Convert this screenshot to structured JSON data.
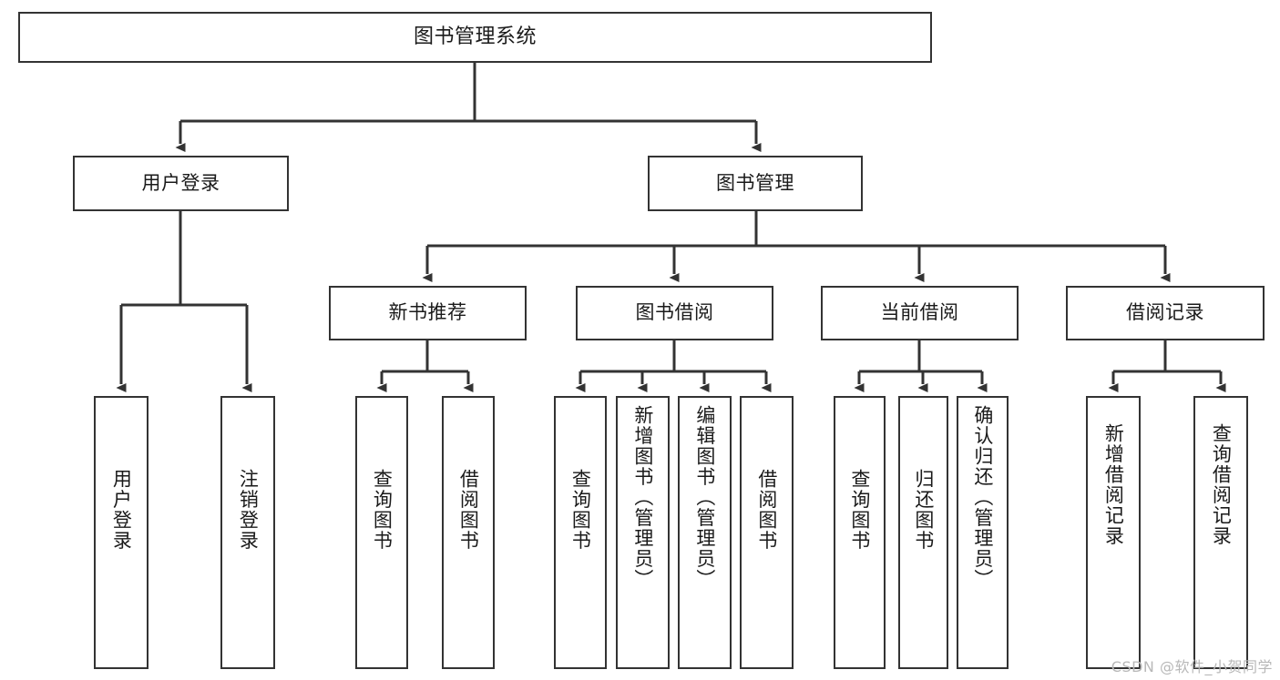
{
  "diagram": {
    "title": "图书管理系统",
    "type": "tree",
    "orientation": "top-down",
    "colors": {
      "node_border": "#333333",
      "node_fill": "#ffffff",
      "edge": "#333333",
      "text": "#1a1a1a",
      "watermark": "#b8b8b8",
      "background": "#ffffff"
    },
    "levels": {
      "level0": [
        {
          "id": "root",
          "label": "图书管理系统"
        }
      ],
      "level1": [
        {
          "id": "user-login",
          "label": "用户登录",
          "parent": "root"
        },
        {
          "id": "book-manage",
          "label": "图书管理",
          "parent": "root"
        }
      ],
      "level2": [
        {
          "id": "new-book-rec",
          "label": "新书推荐",
          "parent": "book-manage"
        },
        {
          "id": "book-borrow",
          "label": "图书借阅",
          "parent": "book-manage"
        },
        {
          "id": "current-borrow",
          "label": "当前借阅",
          "parent": "book-manage"
        },
        {
          "id": "borrow-record",
          "label": "借阅记录",
          "parent": "book-manage"
        }
      ],
      "leaves": [
        {
          "id": "leaf-user-login",
          "label": "用户登录",
          "parent": "user-login"
        },
        {
          "id": "leaf-logout",
          "label": "注销登录",
          "parent": "user-login"
        },
        {
          "id": "leaf-query-book-1",
          "label": "查询图书",
          "parent": "new-book-rec"
        },
        {
          "id": "leaf-borrow-book-1",
          "label": "借阅图书",
          "parent": "new-book-rec"
        },
        {
          "id": "leaf-query-book-2",
          "label": "查询图书",
          "parent": "book-borrow"
        },
        {
          "id": "leaf-add-book",
          "label": "新增图书（管理员）",
          "parent": "book-borrow"
        },
        {
          "id": "leaf-edit-book",
          "label": "编辑图书（管理员）",
          "parent": "book-borrow"
        },
        {
          "id": "leaf-borrow-book-2",
          "label": "借阅图书",
          "parent": "book-borrow"
        },
        {
          "id": "leaf-query-book-3",
          "label": "查询图书",
          "parent": "current-borrow"
        },
        {
          "id": "leaf-return-book",
          "label": "归还图书",
          "parent": "current-borrow"
        },
        {
          "id": "leaf-confirm-return",
          "label": "确认归还（管理员）",
          "parent": "current-borrow"
        },
        {
          "id": "leaf-add-record",
          "label": "新增借阅记录",
          "parent": "borrow-record"
        },
        {
          "id": "leaf-query-record",
          "label": "查询借阅记录",
          "parent": "borrow-record"
        }
      ]
    }
  },
  "watermark": {
    "text": "CSDN @软件_小贺同学"
  }
}
